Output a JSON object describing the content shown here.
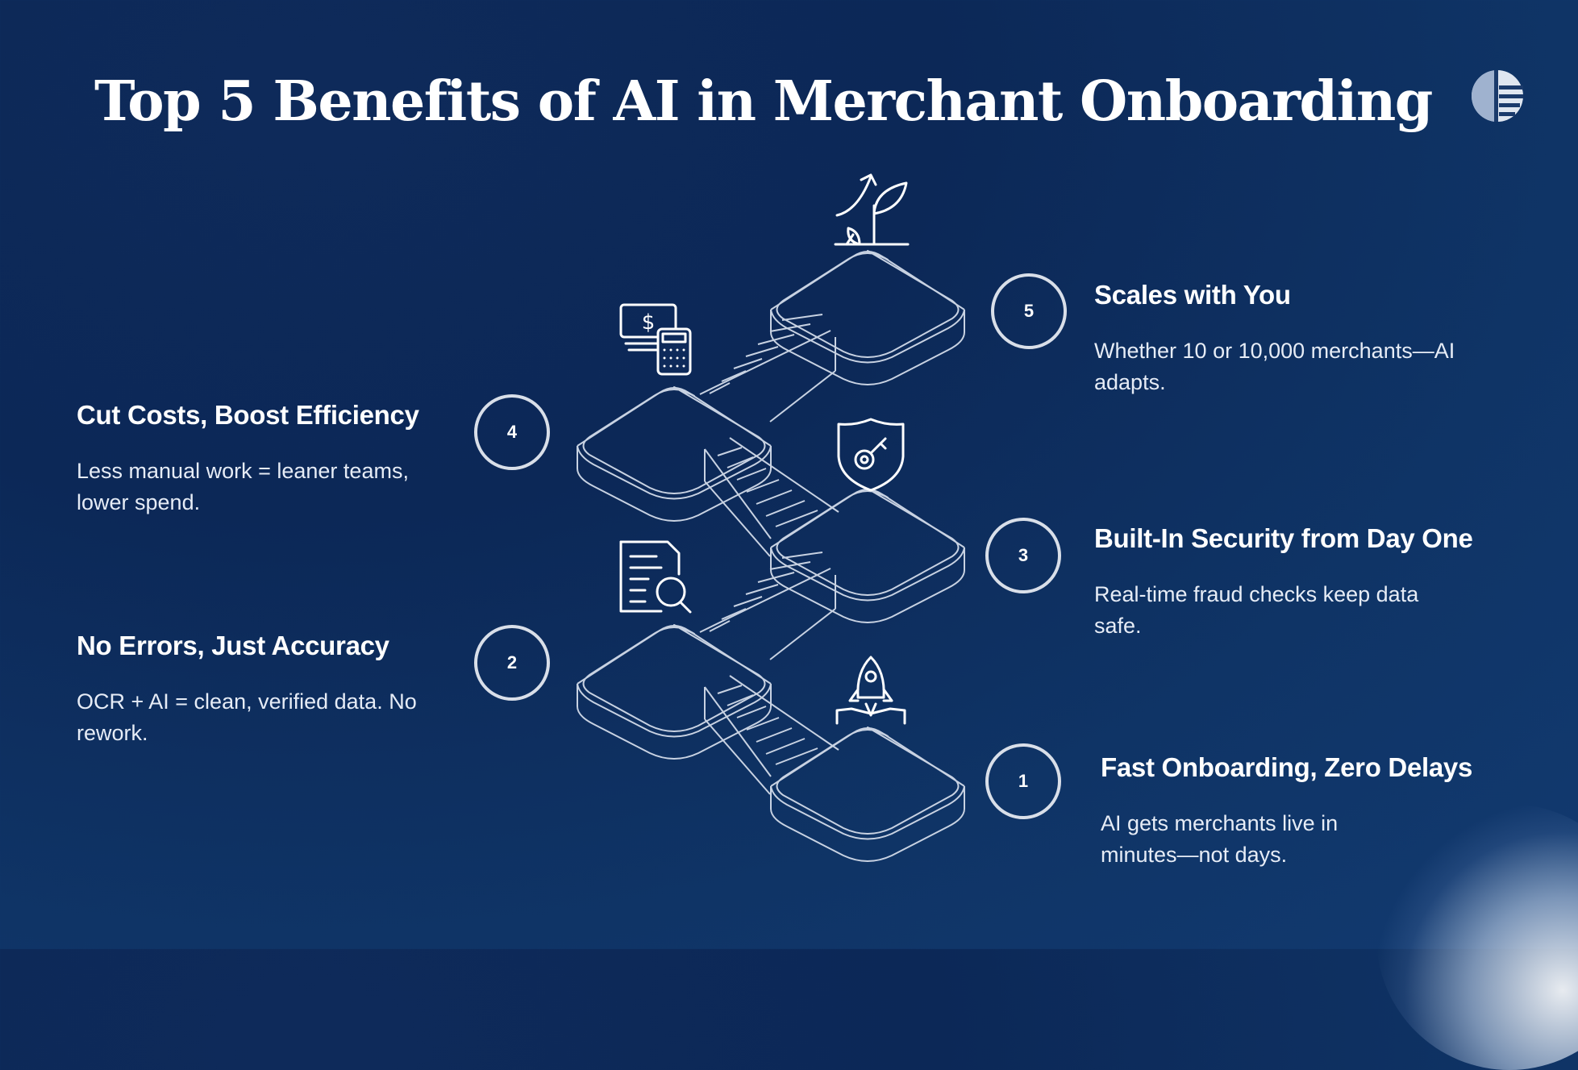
{
  "title": "Top 5 Benefits of AI in Merchant Onboarding",
  "colors": {
    "background": "#0c2857",
    "line": "#c8d2e2",
    "text": "#ffffff"
  },
  "benefits": [
    {
      "number": "1",
      "heading": "Fast Onboarding, Zero Delays",
      "description": "AI gets merchants live in minutes—not days.",
      "icon": "rocket-launch-icon"
    },
    {
      "number": "2",
      "heading": "No Errors, Just Accuracy",
      "description": "OCR + AI = clean, verified data. No rework.",
      "icon": "document-search-icon"
    },
    {
      "number": "3",
      "heading": "Built-In Security from Day One",
      "description": "Real-time fraud checks keep data safe.",
      "icon": "shield-key-icon"
    },
    {
      "number": "4",
      "heading": "Cut Costs, Boost Efficiency",
      "description": "Less manual work = leaner teams, lower spend.",
      "icon": "money-calculator-icon"
    },
    {
      "number": "5",
      "heading": "Scales with You",
      "description": "Whether 10 or 10,000 merchants—AI adapts.",
      "icon": "growth-plant-icon"
    }
  ]
}
